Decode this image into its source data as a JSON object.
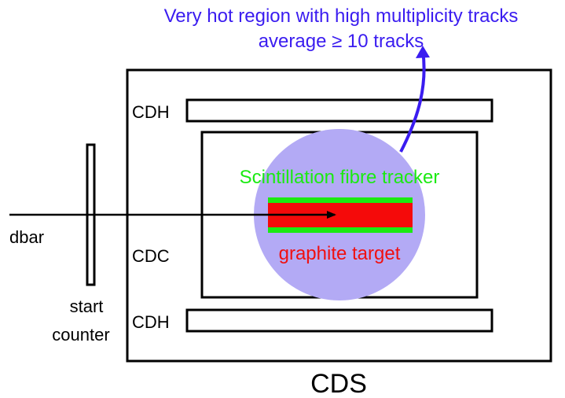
{
  "annotation": {
    "line1": "Very hot region with high multiplicity tracks",
    "line2": "average ≥ 10 tracks",
    "color": "#3a1cf0"
  },
  "labels": {
    "cdh_top": "CDH",
    "cdh_bottom": "CDH",
    "cdc": "CDC",
    "dbar": "dbar",
    "start_counter_line1": "start",
    "start_counter_line2": "counter",
    "cds": "CDS",
    "scintillation": "Scintillation fibre tracker",
    "graphite": "graphite target"
  },
  "colors": {
    "hot_region": "#b3aaf5",
    "fibre_tracker": "#1bea12",
    "target": "#f50a0a",
    "graphite_text": "#f01010",
    "outline": "#000000"
  }
}
